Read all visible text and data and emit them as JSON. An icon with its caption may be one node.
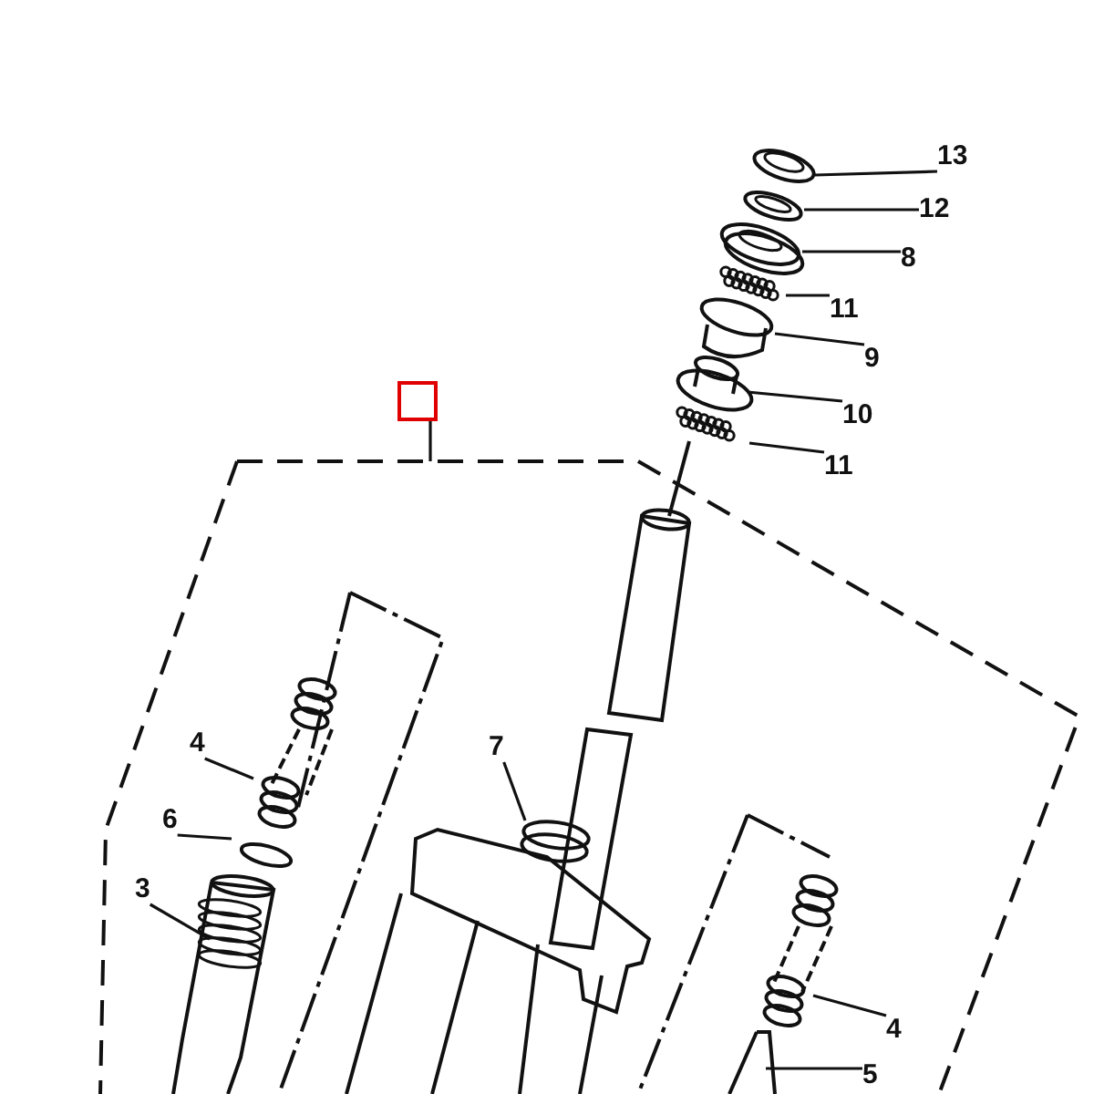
{
  "diagram": {
    "nodes": [
      {
        "text": [],
        "shape": "box"
      },
      {
        "text": [
          "13"
        ]
      },
      {
        "text": [
          "12"
        ]
      },
      {
        "text": [
          "8"
        ]
      },
      {
        "text": [
          "11"
        ]
      },
      {
        "text": [
          "9"
        ]
      },
      {
        "text": [
          "10"
        ]
      },
      {
        "text": [
          "11"
        ]
      },
      {
        "text": [
          "7"
        ]
      },
      {
        "text": [
          "4"
        ]
      },
      {
        "text": [
          "6"
        ]
      },
      {
        "text": [
          "3"
        ]
      },
      {
        "text": [
          "4"
        ]
      },
      {
        "text": [
          "5"
        ]
      }
    ],
    "edges": [
      {
        "from": 0,
        "to": null,
        "arrow": "none"
      },
      {
        "from": 1,
        "to": null,
        "arrow": "none"
      },
      {
        "from": 2,
        "to": null,
        "arrow": "none"
      },
      {
        "from": 3,
        "to": null,
        "arrow": "none"
      },
      {
        "from": 4,
        "to": null,
        "arrow": "none"
      },
      {
        "from": 5,
        "to": null,
        "arrow": "none"
      },
      {
        "from": 6,
        "to": null,
        "arrow": "none"
      },
      {
        "from": 7,
        "to": null,
        "arrow": "none"
      },
      {
        "from": 8,
        "to": null,
        "arrow": "none"
      },
      {
        "from": 9,
        "to": null,
        "arrow": "none"
      },
      {
        "from": 10,
        "to": null,
        "arrow": "none"
      },
      {
        "from": 11,
        "to": null,
        "arrow": "none"
      },
      {
        "from": 12,
        "to": null,
        "arrow": "none"
      },
      {
        "from": 13,
        "to": null,
        "arrow": "none"
      }
    ]
  }
}
